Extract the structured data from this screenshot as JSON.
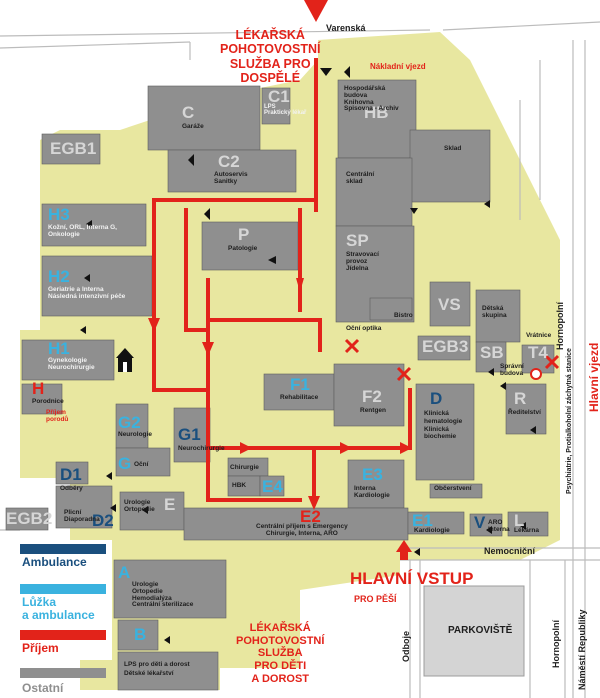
{
  "colors": {
    "ground": "#e8e7a0",
    "building": "#8f8f8f",
    "building_dark": "#6f6f6f",
    "route_red": "#e2231a",
    "ambulance": "#1a4f7e",
    "beds": "#3ab2df",
    "other": "#8f8f8f",
    "street_lines": "#bcbcbc"
  },
  "streets": {
    "varenska": "Varenská",
    "odboje": "Odboje",
    "hornopolni_right": "Hornopolní",
    "hornopolni_bottom": "Hornopolní",
    "namesti": "Náměstí Republiky",
    "nemocnicni": "Nemocniční"
  },
  "labels": {
    "main_entrance": "HLAVNÍ VSTUP",
    "pedestrians": "PRO PĚŠÍ",
    "adult_emergency": "LÉKAŘSKÁ\nPOHOTOVOSTNÍ\nSLUŽBA PRO\nDOSPĚLÉ",
    "child_emergency": "LÉKAŘSKÁ\nPOHOTOVOSTNÍ\nSLUŽBA\nPRO DĚTI\nA DOROST",
    "loading_entry": "Nákladní vjezd",
    "main_vehicle_entry": "Hlavní vjezd",
    "psychiatry": "Psychiatrie, Protialkoholní záchytná stanice",
    "parking": "PARKOVIŠTĚ",
    "admissions": "Příjem\nporodů"
  },
  "buildings": [
    {
      "code": "C1",
      "sub": "LPS\nPraktický lékař"
    },
    {
      "code": "C",
      "sub": "Garáže"
    },
    {
      "code": "C2",
      "sub": "Autoservis\nSanitky"
    },
    {
      "code": "EGB1",
      "sub": ""
    },
    {
      "code": "HB",
      "sub": "Hospodářská\nbudova\nKnihovna\nSpisovna - Archiv"
    },
    {
      "code": "Sklad",
      "sub": ""
    },
    {
      "code": "Centrální\nsklad",
      "sub": ""
    },
    {
      "code": "SP",
      "sub": "Stravovací\nprovoz\nJídelna"
    },
    {
      "code": "H3",
      "sub": "Kožní, ORL, Interna G,\nOnkologie"
    },
    {
      "code": "H2",
      "sub": "Geriatrie a Interna\nNásledná intenzivní péče"
    },
    {
      "code": "H1",
      "sub": "Gynekologie\nNeurochirurgie"
    },
    {
      "code": "H",
      "sub": "Porodnice"
    },
    {
      "code": "P",
      "sub": "Patologie"
    },
    {
      "code": "VS",
      "sub": ""
    },
    {
      "code": "Dětská\nskupina",
      "sub": ""
    },
    {
      "code": "EGB3",
      "sub": ""
    },
    {
      "code": "SB",
      "sub": "Správní\nbudova"
    },
    {
      "code": "T4",
      "sub": "Vrátnice"
    },
    {
      "code": "Bistro",
      "sub": ""
    },
    {
      "code": "Oční optika",
      "sub": ""
    },
    {
      "code": "F1",
      "sub": "Rehabilitace"
    },
    {
      "code": "F2",
      "sub": "Rentgen"
    },
    {
      "code": "D",
      "sub": "Klinická\nhematologie\nKlinická\nbiochemie"
    },
    {
      "code": "R",
      "sub": "Ředitelství"
    },
    {
      "code": "G2",
      "sub": "Neurologie"
    },
    {
      "code": "G1",
      "sub": "Neurochirurgie"
    },
    {
      "code": "G",
      "sub": "Oční"
    },
    {
      "code": "Chirurgie",
      "sub": ""
    },
    {
      "code": "HBK",
      "sub": ""
    },
    {
      "code": "E4",
      "sub": ""
    },
    {
      "code": "E3",
      "sub": "Interna\nKardiologie"
    },
    {
      "code": "Občerstvení",
      "sub": ""
    },
    {
      "code": "D1",
      "sub": "Odběry"
    },
    {
      "code": "D2",
      "sub": "Plicní\nDiaporadna"
    },
    {
      "code": "EGB2",
      "sub": ""
    },
    {
      "code": "E",
      "sub": "Urologie\nOrtopedie"
    },
    {
      "code": "E2",
      "sub": "Centrální příjem s Emergency\nChirurgie, Interna, ARO"
    },
    {
      "code": "E1",
      "sub": "Kardiologie"
    },
    {
      "code": "V",
      "sub": "ARO\nInterna"
    },
    {
      "code": "L",
      "sub": "Lékárna"
    },
    {
      "code": "A",
      "sub": "Urologie\nOrtopedie\nHemodialýza\nCentrální sterilizace"
    },
    {
      "code": "B",
      "sub": "LPS pro děti a dorost\nDětské lékařství"
    }
  ],
  "legend": [
    {
      "label": "Ambulance",
      "color": "#1a4f7e"
    },
    {
      "label": "Lůžka\na ambulance",
      "color": "#3ab2df"
    },
    {
      "label": "Příjem",
      "color": "#e2231a"
    },
    {
      "label": "Ostatní",
      "color": "#8f8f8f"
    }
  ]
}
